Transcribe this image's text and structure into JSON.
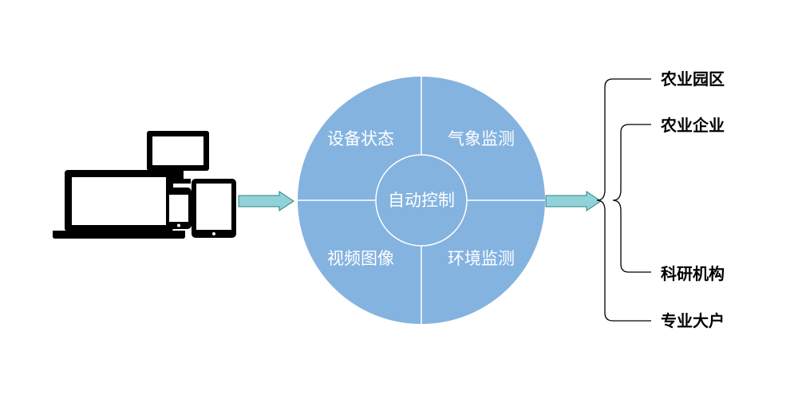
{
  "hub": {
    "center": "自动控制",
    "top_left": "设备状态",
    "top_right": "气象监测",
    "bottom_left": "视频图像",
    "bottom_right": "环境监测"
  },
  "targets": [
    "农业园区",
    "农业企业",
    "科研机构",
    "专业大户"
  ],
  "icons": {
    "devices": "devices-icon",
    "arrow": "arrow-right-icon"
  },
  "colors": {
    "circle_fill": "#84b3e0",
    "circle_stroke": "#ffffff",
    "arrow_fill": "#8fd3d8",
    "arrow_stroke": "#2f7f86",
    "device": "#000000"
  }
}
